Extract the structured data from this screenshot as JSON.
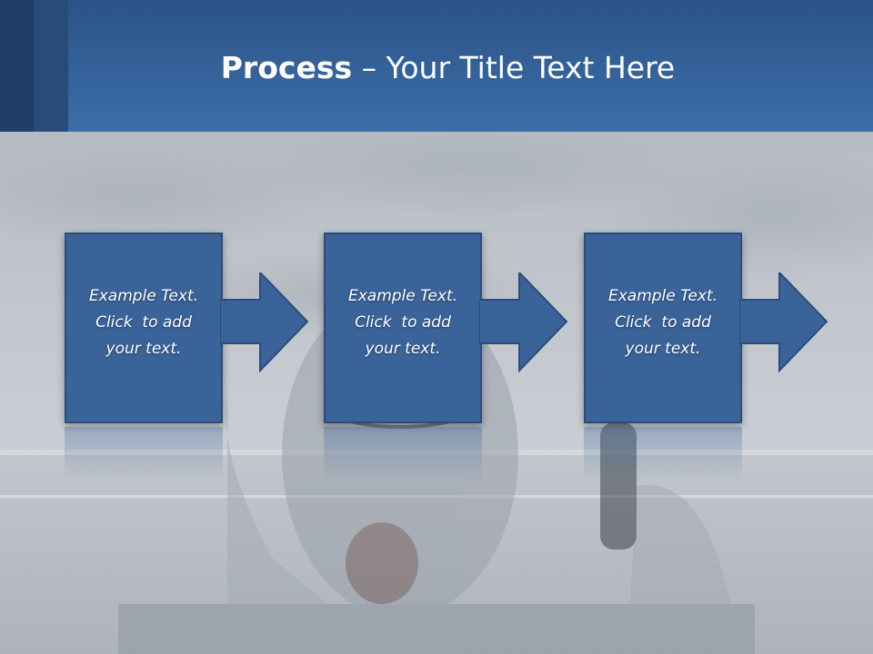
{
  "slide": {
    "title_bold": "Process",
    "title_rest": " – Your Title Text Here"
  },
  "steps": [
    {
      "line1": "Example Text.",
      "line2": "Click  to add",
      "line3": "your text."
    },
    {
      "line1": "Example Text.",
      "line2": "Click  to add",
      "line3": "your text."
    },
    {
      "line1": "Example Text.",
      "line2": "Click  to add",
      "line3": "your text."
    }
  ],
  "colors": {
    "header_top": "#2c5387",
    "header_bottom": "#3b6ea9",
    "box_fill": "#3a639a",
    "box_border": "#2a4d7d",
    "text": "#ffffff"
  }
}
